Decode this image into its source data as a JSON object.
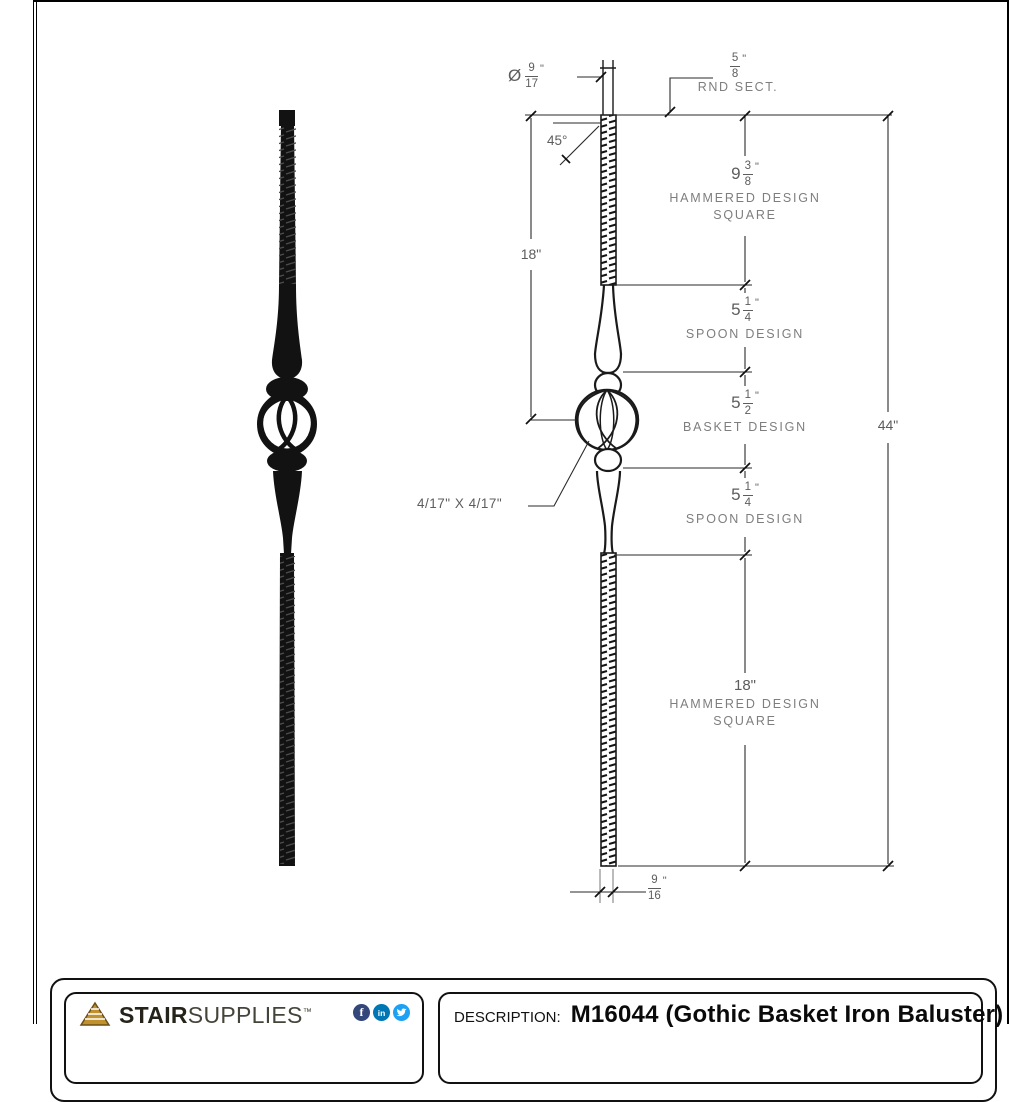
{
  "colors": {
    "line": "#1a1a1a",
    "dim_number": "#5d5d5d",
    "dim_label": "#7e7e7e",
    "brand_gold": "#c0922f",
    "facebook_blue": "#33477a",
    "linkedin_blue": "#0077b5",
    "twitter_blue": "#1da1f2"
  },
  "drawing": {
    "top_diameter": {
      "symbol": "Ø",
      "num": "9",
      "den": "17",
      "unit": "\""
    },
    "round_section": {
      "num": "5",
      "den": "8",
      "unit": "\"",
      "label": "RND SECT."
    },
    "chamfer_angle": "45°",
    "upper_length": "18\"",
    "sections": [
      {
        "whole": "9",
        "num": "3",
        "den": "8",
        "unit": "\"",
        "line1": "HAMMERED DESIGN",
        "line2": "SQUARE"
      },
      {
        "whole": "5",
        "num": "1",
        "den": "4",
        "unit": "\"",
        "line1": "SPOON DESIGN"
      },
      {
        "whole": "5",
        "num": "1",
        "den": "2",
        "unit": "\"",
        "line1": "BASKET DESIGN"
      },
      {
        "whole": "5",
        "num": "1",
        "den": "4",
        "unit": "\"",
        "line1": "SPOON DESIGN"
      },
      {
        "plain": "18\"",
        "line1": "HAMMERED DESIGN",
        "line2": "SQUARE"
      }
    ],
    "overall_length": "44\"",
    "square_size": "4/17\" X 4/17\"",
    "bottom_width": {
      "num": "9",
      "den": "16",
      "unit": "\""
    }
  },
  "footer": {
    "brand_bold": "STAIR",
    "brand_light": "SUPPLIES",
    "brand_tm": "™",
    "social_facebook_glyph": "f",
    "social_linkedin_glyph": "in",
    "description_label": "DESCRIPTION:",
    "description_value": "M16044 (Gothic Basket Iron Baluster)"
  }
}
